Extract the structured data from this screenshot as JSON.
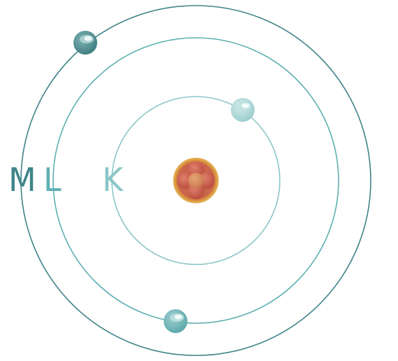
{
  "colors": {
    "background": "#ffffff",
    "shell_k": "#8cc6c7",
    "shell_l": "#5fb0b2",
    "shell_m": "#3f8489",
    "nucleus_ring": "#e0a84a",
    "nucleus_fill": "#c6523d",
    "proton": "#c9604f",
    "neutron": "#d98c5d",
    "electron_k": "#a8d4d5",
    "electron_l": "#68b1b3",
    "electron_m": "#4b8a8c",
    "highlight": "#f4fbfb"
  },
  "shells": [
    {
      "label": "K",
      "color_key": "shell_k",
      "electrons": 1
    },
    {
      "label": "L",
      "color_key": "shell_l",
      "electrons": 1
    },
    {
      "label": "M",
      "color_key": "shell_m",
      "electrons": 1
    }
  ],
  "icons": {
    "nucleus": "nucleus-icon",
    "electron": "electron-icon"
  }
}
